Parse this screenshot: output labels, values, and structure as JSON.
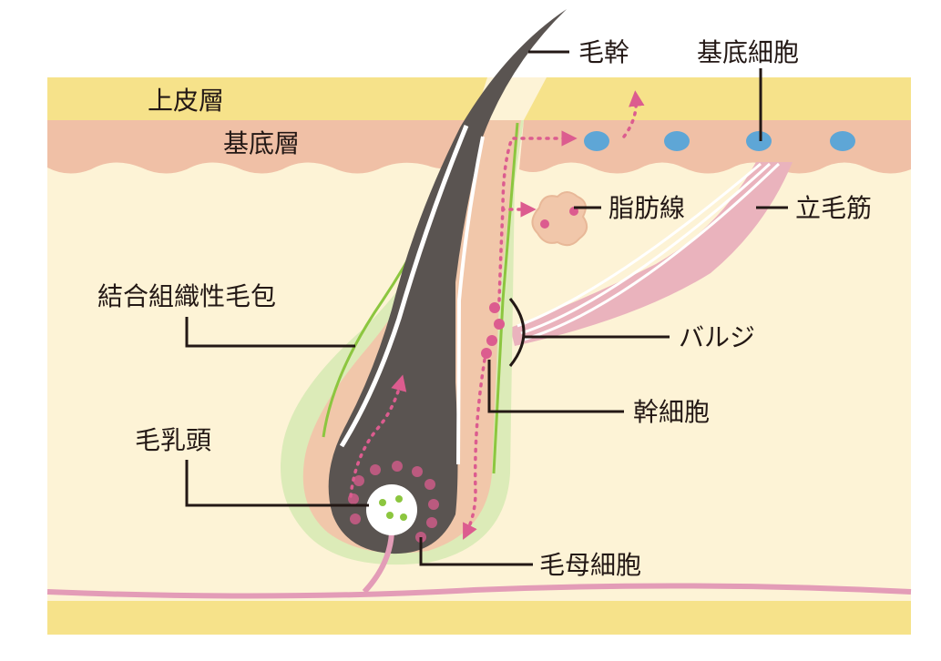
{
  "labels": {
    "hair_shaft": "毛幹",
    "basal_cell": "基底細胞",
    "epidermis": "上皮層",
    "basal_layer": "基底層",
    "sebaceous_gland": "脂肪線",
    "arrector_pili": "立毛筋",
    "connective_tissue_sheath": "結合組織性毛包",
    "bulge": "バルジ",
    "stem_cell": "幹細胞",
    "dermal_papilla": "毛乳頭",
    "hair_matrix_cell": "毛母細胞"
  },
  "colors": {
    "epidermis": "#f6e28a",
    "basal_layer": "#f0c0a6",
    "dermis": "#fdf3d6",
    "outer_sheath": "#dcebb8",
    "inner_sheath": "#f1c7aa",
    "green_line": "#8cc63f",
    "hair": "#5a5451",
    "papilla": "#ffffff",
    "papilla_dots": "#8cc63f",
    "pink": "#dc5c8f",
    "muscle": "#eab3bd",
    "nerve": "#e39cb7",
    "blue_cell": "#5ea6d6",
    "line": "#231815"
  }
}
